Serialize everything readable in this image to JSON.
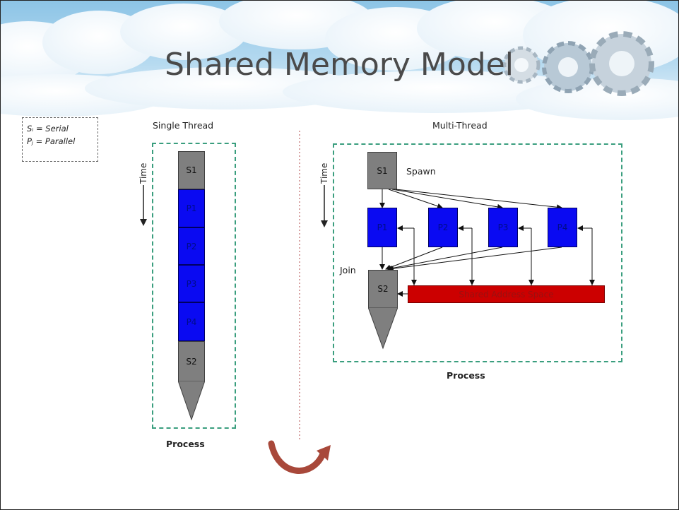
{
  "title": "Shared Memory Model",
  "legend": {
    "serial": "Sᵢ = Serial",
    "parallel": "Pⱼ = Parallel"
  },
  "single": {
    "heading": "Single Thread",
    "time": "Time",
    "s1": "S1",
    "p_cells": [
      "P1",
      "P2",
      "P3",
      "P4"
    ],
    "s2": "S2",
    "process": "Process"
  },
  "multi": {
    "heading": "Multi-Thread",
    "time": "Time",
    "s1": "S1",
    "spawn": "Spawn",
    "p_cells": [
      "P1",
      "P2",
      "P3",
      "P4"
    ],
    "join": "Join",
    "s2": "S2",
    "shared": "Shared Address Space",
    "process": "Process"
  },
  "colors": {
    "serial": "#7f7f7f",
    "parallel": "#0a0af2",
    "shared": "#cc0000",
    "border": "#3a9e7e",
    "arrow": "#a8483a"
  }
}
